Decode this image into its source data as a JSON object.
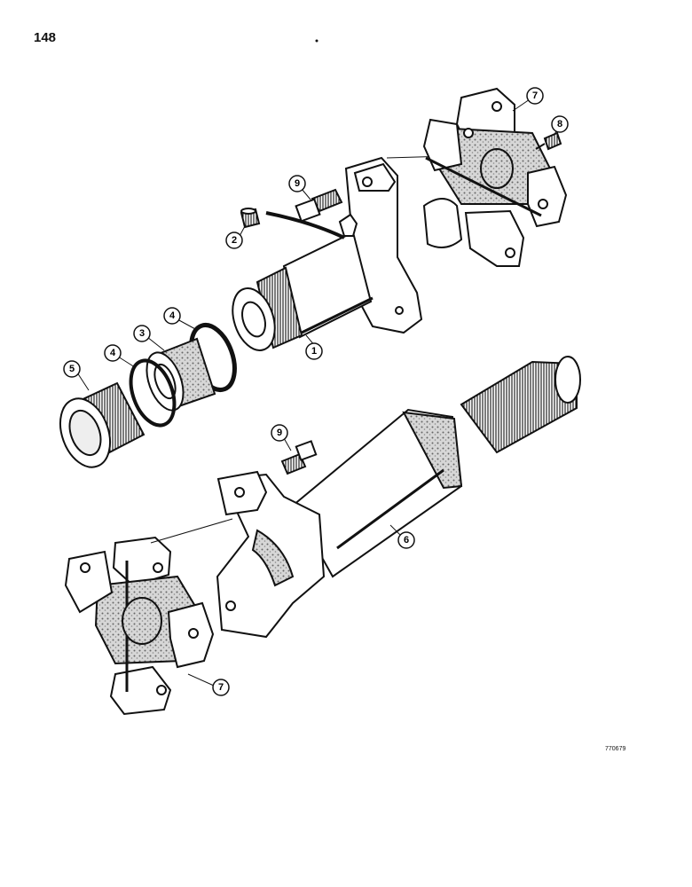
{
  "page": {
    "number": "148",
    "drawing_code": "770679"
  },
  "callouts": [
    "1",
    "2",
    "3",
    "4",
    "4",
    "5",
    "6",
    "7",
    "7",
    "8",
    "9",
    "9"
  ],
  "colors": {
    "ink": "#111111",
    "speckle": "#b9b9b9",
    "paper": "#ffffff"
  }
}
